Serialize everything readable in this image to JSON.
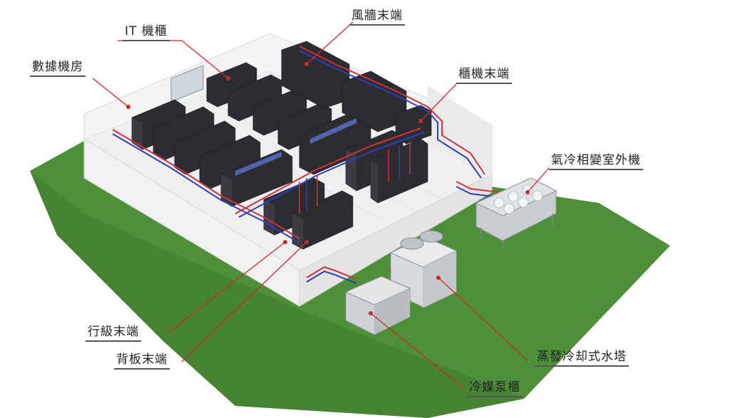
{
  "labels": {
    "data_room": "數據機房",
    "it_cabinet": "IT 機櫃",
    "wall_terminal": "風牆末端",
    "cabinet_terminal": "櫃機末端",
    "outdoor_unit": "氣冷相變室外機",
    "row_terminal": "行級末端",
    "backplate_terminal": "背板末端",
    "evap_tower": "蒸發冷却式水塔",
    "refrigerant_pump": "冷媒泵櫃"
  },
  "colors": {
    "grass": "#4e8f3a",
    "floor": "#eeeeee",
    "wall": "#f6f6f6",
    "rack": "#2b2d31",
    "pipe_hot": "#d0323c",
    "pipe_cold": "#2f3fb8",
    "leader": "#cc2a2a"
  }
}
